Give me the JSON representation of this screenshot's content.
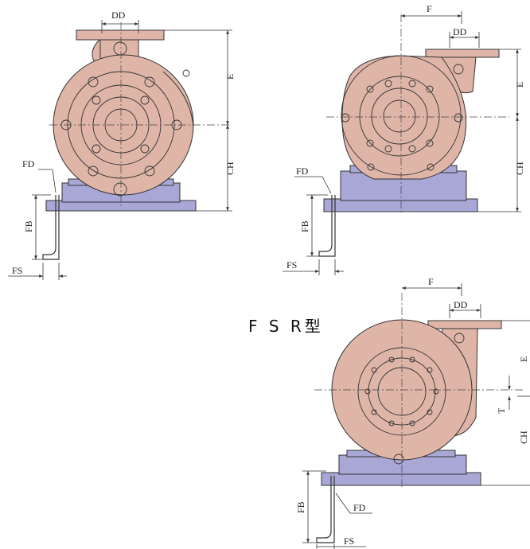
{
  "title": "F S R型",
  "labels": {
    "dd": "DD",
    "e": "E",
    "ch": "CH",
    "fd": "FD",
    "fb": "FB",
    "fs": "FS",
    "f": "F",
    "t": "T"
  },
  "colors": {
    "pump_body": "#dfb5a8",
    "base": "#a9a7d6",
    "line": "#333333"
  }
}
